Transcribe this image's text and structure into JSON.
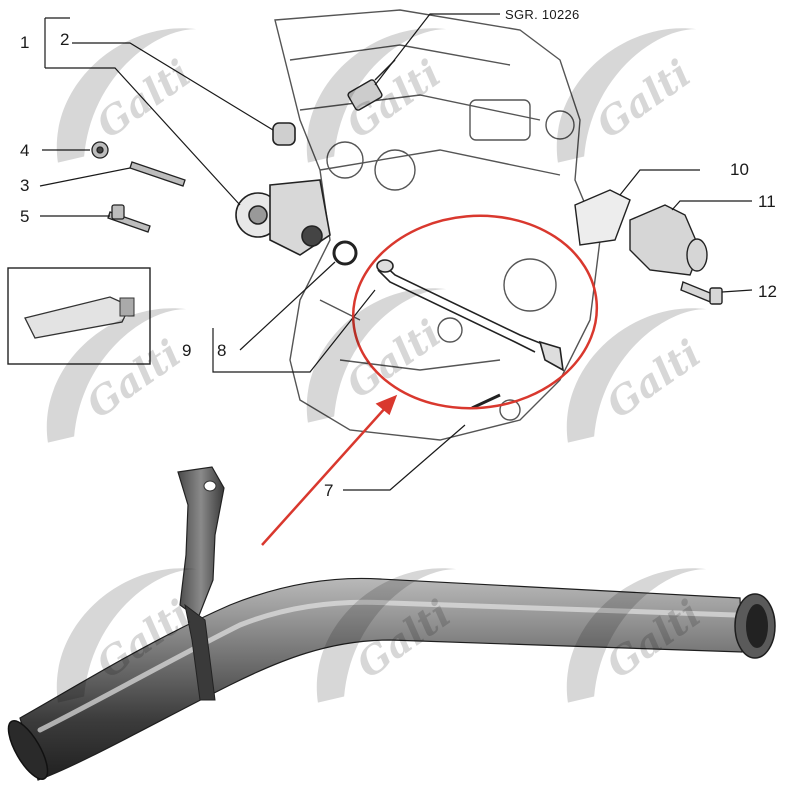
{
  "diagram": {
    "reference_code": "SGR. 10226",
    "callouts": [
      "1",
      "2",
      "3",
      "4",
      "5",
      "7",
      "8",
      "9",
      "10",
      "11",
      "12"
    ],
    "watermark": "Galti",
    "highlight_color": "#d9382e",
    "line_color": "#1a1a1a"
  }
}
